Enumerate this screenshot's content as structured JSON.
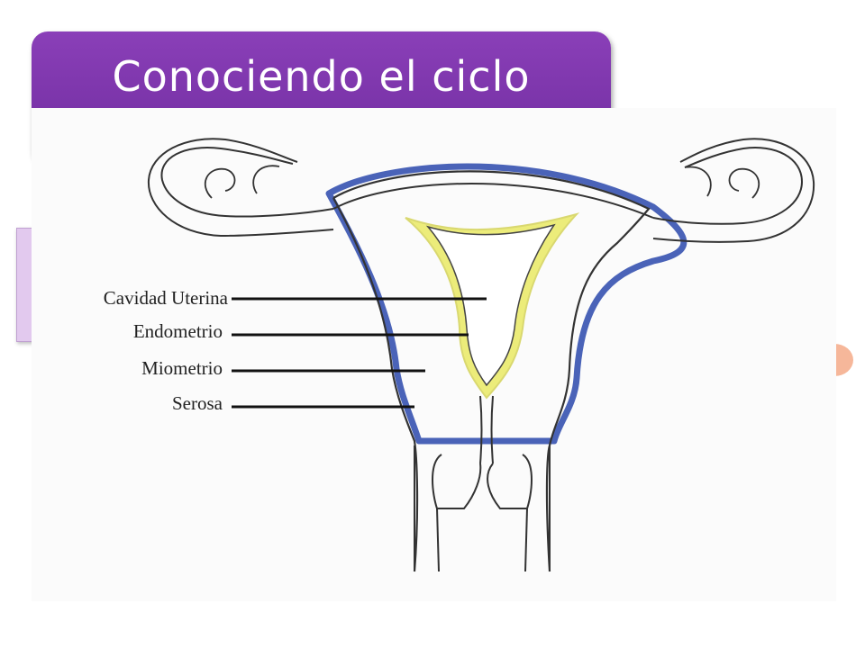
{
  "slide": {
    "title": "Conociendo el ciclo"
  },
  "diagram": {
    "labels": {
      "cavity": "Cavidad Uterina",
      "endometrium": "Endometrio",
      "myometrium": "Miometrio",
      "serosa": "Serosa"
    },
    "colors": {
      "serosa": "#4a63b8",
      "endometrium": "#ecec7a",
      "outline": "#333333",
      "title_bg": "#7b34aa"
    }
  }
}
